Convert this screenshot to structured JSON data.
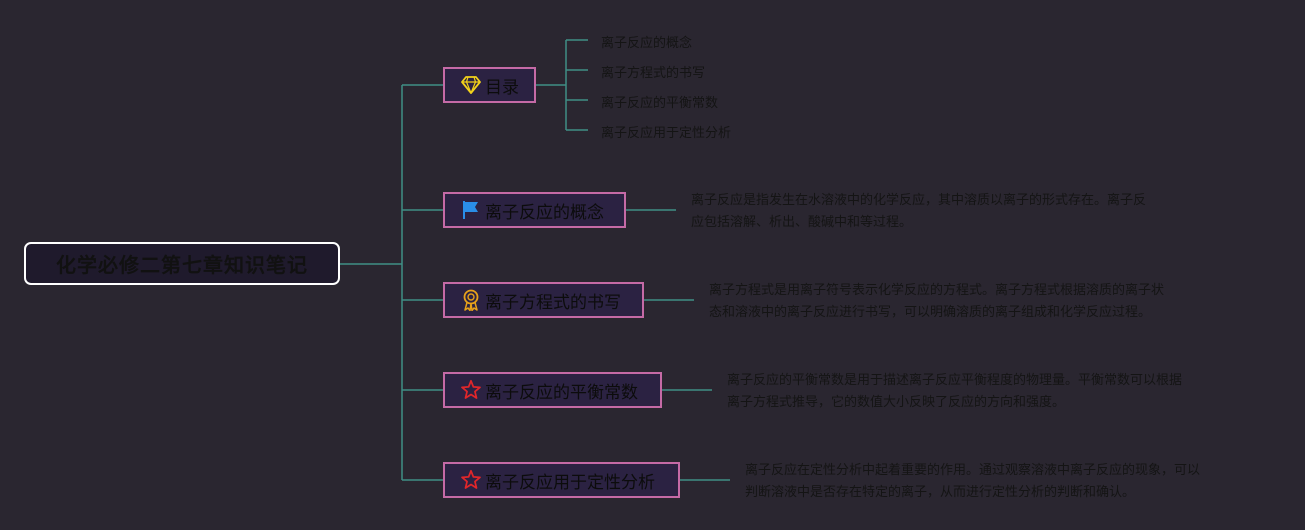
{
  "root": {
    "label": "化学必修二第七章知识笔记"
  },
  "branches": [
    {
      "label": "目录",
      "icon": "diamond-icon",
      "items": [
        "离子反应的概念",
        "离子方程式的书写",
        "离子反应的平衡常数",
        "离子反应用于定性分析"
      ]
    },
    {
      "label": "离子反应的概念",
      "icon": "flag-icon",
      "desc": [
        "离子反应是指发生在水溶液中的化学反应，其中溶质以离子的形式存在。离子反",
        "应包括溶解、析出、酸碱中和等过程。"
      ]
    },
    {
      "label": "离子方程式的书写",
      "icon": "award-ribbon-icon",
      "desc": [
        "离子方程式是用离子符号表示化学反应的方程式。离子方程式根据溶质的离子状",
        "态和溶液中的离子反应进行书写，可以明确溶质的离子组成和化学反应过程。"
      ]
    },
    {
      "label": "离子反应的平衡常数",
      "icon": "star-icon",
      "desc": [
        "离子反应的平衡常数是用于描述离子反应平衡程度的物理量。平衡常数可以根据",
        "离子方程式推导，它的数值大小反映了反应的方向和强度。"
      ]
    },
    {
      "label": "离子反应用于定性分析",
      "icon": "star-icon",
      "desc": [
        "离子反应在定性分析中起着重要的作用。通过观察溶液中离子反应的现象，可以",
        "判断溶液中是否存在特定的离子，从而进行定性分析的判断和确认。"
      ]
    }
  ],
  "colors": {
    "background": "#2a2630",
    "connector": "#3f8f86",
    "branch_border": "#c56aa6",
    "branch_fill": "#2b2242",
    "diamond": "#f2d21a",
    "flag": "#2a8ee8",
    "award": "#e8a21a",
    "star": "#e0262a"
  }
}
